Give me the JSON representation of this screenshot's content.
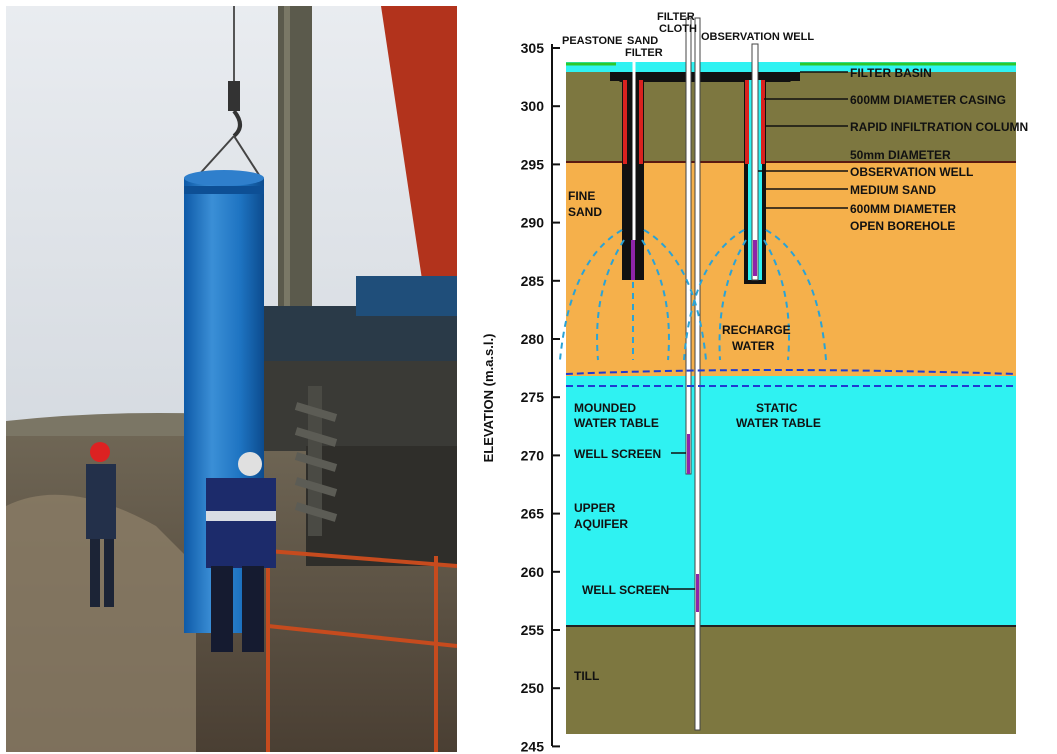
{
  "photo": {
    "icons": [
      "blue-casing-pipe",
      "drill-rig",
      "auger",
      "crane-hook",
      "worker",
      "worker"
    ]
  },
  "diagram": {
    "y_axis": {
      "label": "ELEVATION (m.a.s.l.)",
      "ticks": [
        "305",
        "300",
        "295",
        "290",
        "285",
        "280",
        "275",
        "270",
        "265",
        "260",
        "255",
        "250",
        "245"
      ]
    },
    "top_labels": {
      "peastone": "PEASTONE",
      "sand_filter_1": "SAND",
      "sand_filter_2": "FILTER",
      "filter_cloth_1": "FILTER",
      "filter_cloth_2": "CLOTH",
      "observation_well": "OBSERVATION WELL"
    },
    "right_labels": {
      "filter_basin": "FILTER BASIN",
      "casing": "600MM DIAMETER CASING",
      "column": "RAPID INFILTRATION COLUMN",
      "diam_50": "50mm DIAMETER",
      "obs_well": "OBSERVATION WELL",
      "medium_sand": "MEDIUM SAND",
      "borehole_1": "600MM DIAMETER",
      "borehole_2": "OPEN BOREHOLE"
    },
    "layer_labels": {
      "fine_sand_1": "FINE",
      "fine_sand_2": "SAND",
      "recharge_1": "RECHARGE",
      "recharge_2": "WATER",
      "mounded_1": "MOUNDED",
      "mounded_2": "WATER TABLE",
      "static_1": "STATIC",
      "static_2": "WATER TABLE",
      "well_screen_upper": "WELL SCREEN",
      "aquifer_1": "UPPER",
      "aquifer_2": "AQUIFER",
      "well_screen_lower": "WELL SCREEN",
      "till": "TILL"
    },
    "colors": {
      "topsoil": "#7d7740",
      "fine_sand": "#f5b04b",
      "aquifer": "#2ff2f2",
      "till": "#7d7740",
      "casing": "#d9221f",
      "screen": "#8e24aa",
      "water_table": "#1f3bd1",
      "flow_arrows": "#2aa3d6"
    }
  }
}
